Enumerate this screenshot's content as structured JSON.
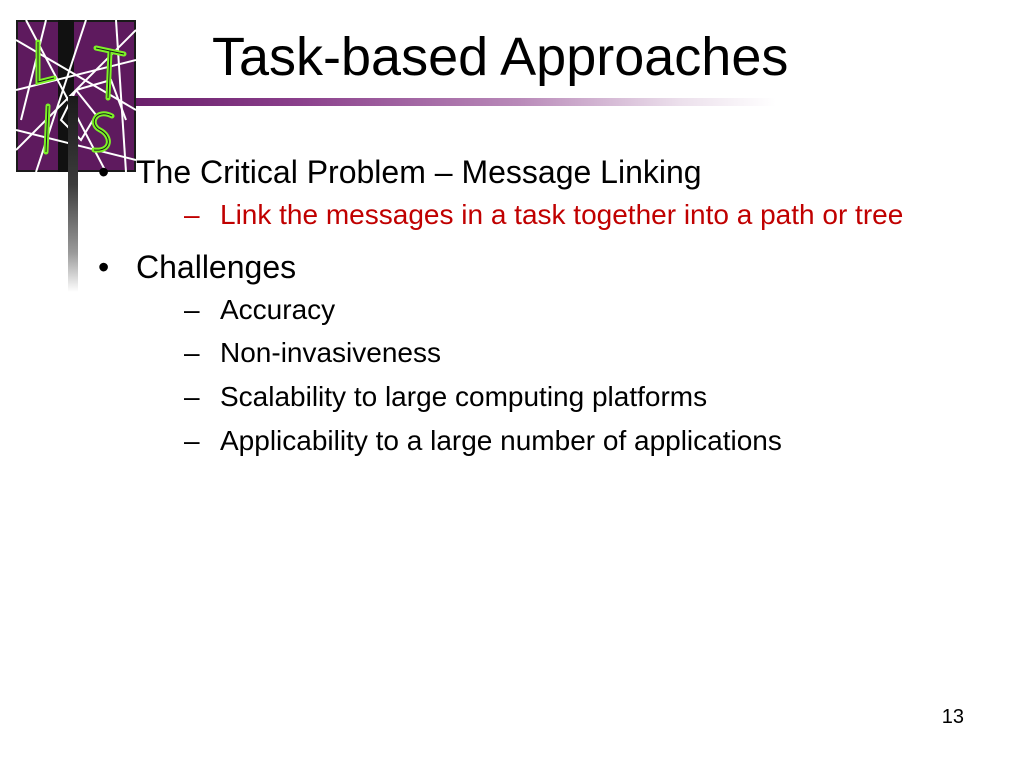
{
  "slide": {
    "title": "Task-based Approaches",
    "logo": {
      "icon": "lab-logo-icon",
      "letters": [
        "L",
        "T",
        "I",
        "S"
      ],
      "colors": {
        "background": "#5e1a5e",
        "letters": "#7df227",
        "lines": "#ffffff",
        "frame": "#1a1a1a"
      }
    },
    "bullets": [
      {
        "text": "The Critical Problem – Message Linking",
        "sub": [
          {
            "text": "Link the messages in a task together into a path or tree",
            "color": "#c00000"
          }
        ]
      },
      {
        "text": "Challenges",
        "sub": [
          {
            "text": "Accuracy",
            "color": "#000000"
          },
          {
            "text": "Non-invasiveness",
            "color": "#000000"
          },
          {
            "text": "Scalability to large computing platforms",
            "color": "#000000"
          },
          {
            "text": "Applicability to a large number of applications",
            "color": "#000000"
          }
        ]
      }
    ],
    "bullet_glyph": "•",
    "dash_glyph": "–",
    "page_number": "13",
    "colors": {
      "accent_rule": "#6a1f6b",
      "highlight_text": "#c00000"
    }
  }
}
